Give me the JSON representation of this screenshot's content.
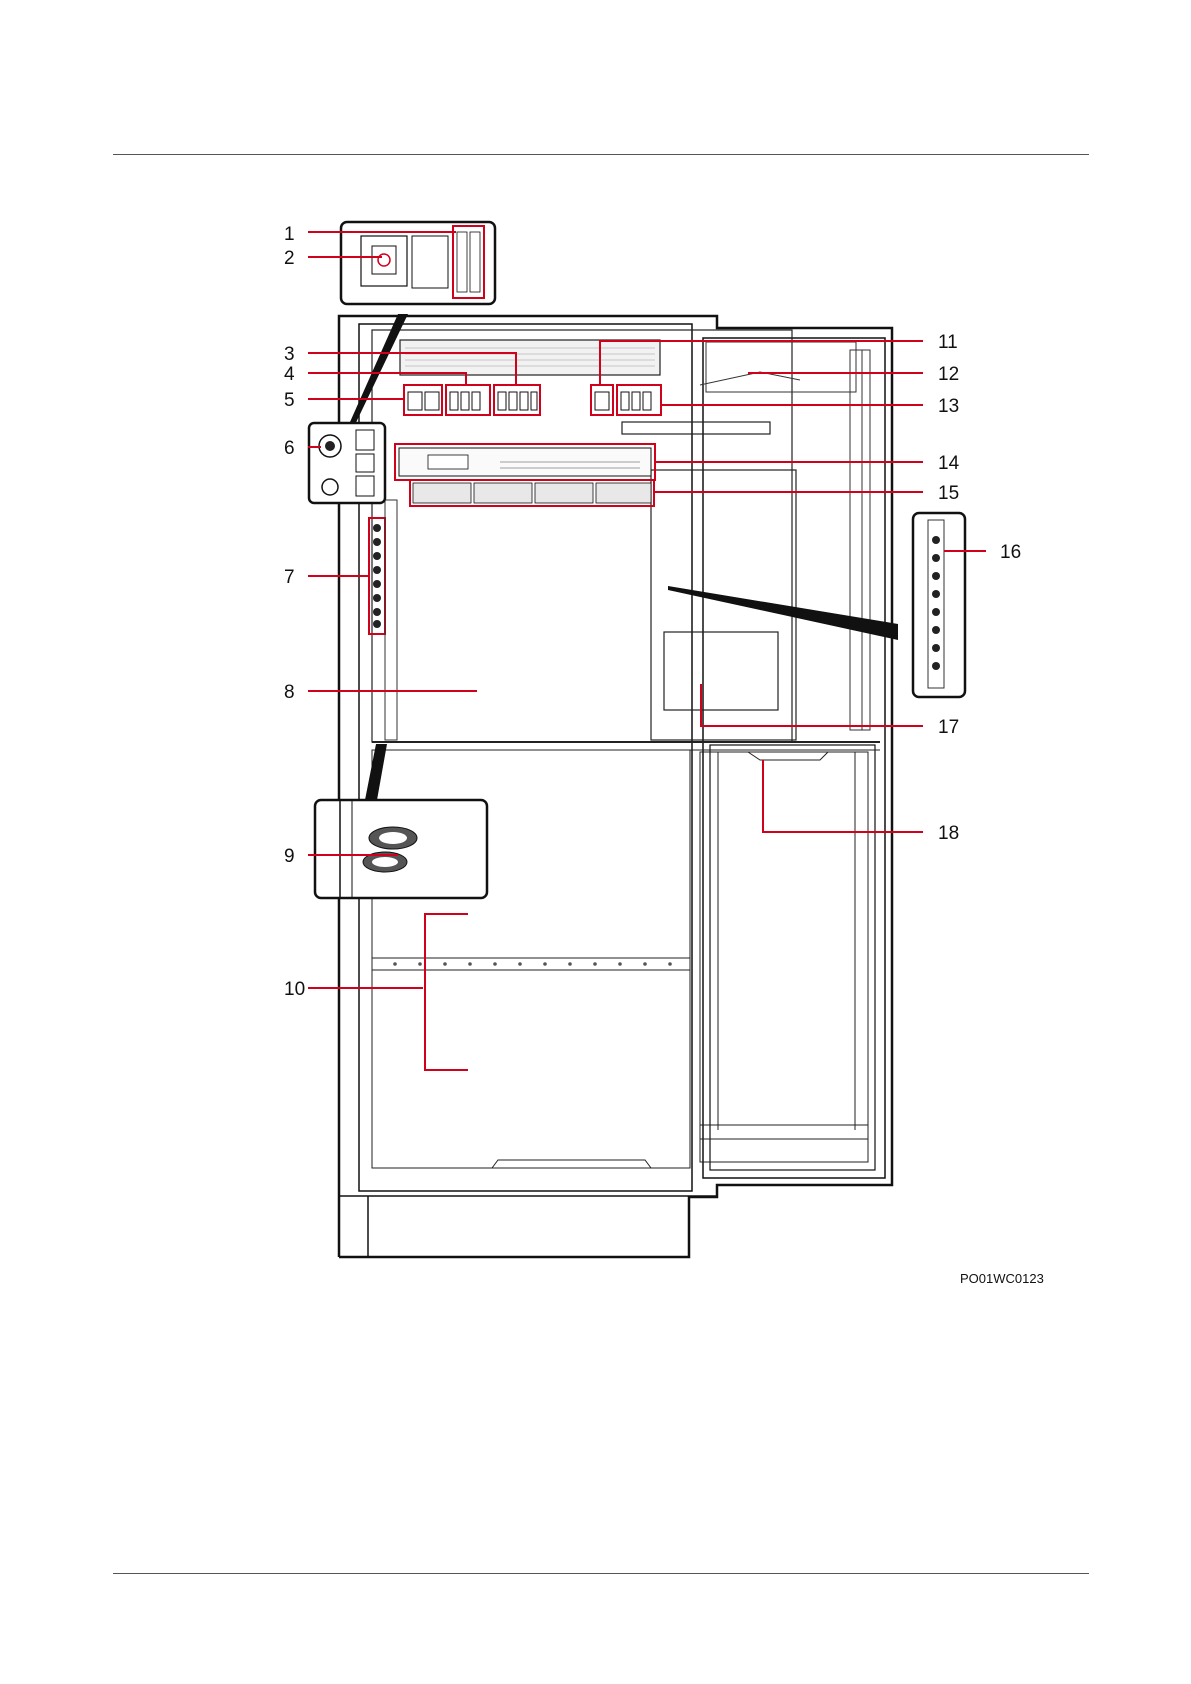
{
  "figure": {
    "code": "PO01WC0123",
    "accent_color": "#d0021b",
    "line_color": "#111111",
    "callouts": [
      {
        "id": "1",
        "label": "1"
      },
      {
        "id": "2",
        "label": "2"
      },
      {
        "id": "3",
        "label": "3"
      },
      {
        "id": "4",
        "label": "4"
      },
      {
        "id": "5",
        "label": "5"
      },
      {
        "id": "6",
        "label": "6"
      },
      {
        "id": "7",
        "label": "7"
      },
      {
        "id": "8",
        "label": "8"
      },
      {
        "id": "9",
        "label": "9"
      },
      {
        "id": "10",
        "label": "10"
      },
      {
        "id": "11",
        "label": "11"
      },
      {
        "id": "12",
        "label": "12"
      },
      {
        "id": "13",
        "label": "13"
      },
      {
        "id": "14",
        "label": "14"
      },
      {
        "id": "15",
        "label": "15"
      },
      {
        "id": "16",
        "label": "16"
      },
      {
        "id": "17",
        "label": "17"
      },
      {
        "id": "18",
        "label": "18"
      }
    ]
  }
}
